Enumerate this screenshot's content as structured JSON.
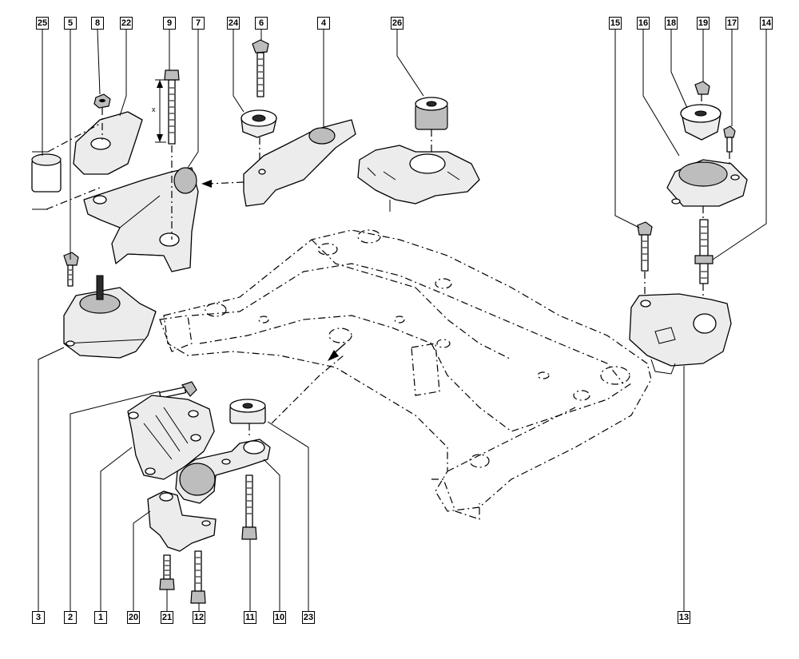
{
  "callouts": [
    {
      "id": "c25",
      "label": "25"
    },
    {
      "id": "c5",
      "label": "5"
    },
    {
      "id": "c8",
      "label": "8"
    },
    {
      "id": "c22",
      "label": "22"
    },
    {
      "id": "c9",
      "label": "9"
    },
    {
      "id": "c7",
      "label": "7"
    },
    {
      "id": "c24",
      "label": "24"
    },
    {
      "id": "c6",
      "label": "6"
    },
    {
      "id": "c4",
      "label": "4"
    },
    {
      "id": "c26",
      "label": "26"
    },
    {
      "id": "c15",
      "label": "15"
    },
    {
      "id": "c16",
      "label": "16"
    },
    {
      "id": "c18",
      "label": "18"
    },
    {
      "id": "c19",
      "label": "19"
    },
    {
      "id": "c17",
      "label": "17"
    },
    {
      "id": "c14",
      "label": "14"
    },
    {
      "id": "c3",
      "label": "3"
    },
    {
      "id": "c2",
      "label": "2"
    },
    {
      "id": "c1",
      "label": "1"
    },
    {
      "id": "c20",
      "label": "20"
    },
    {
      "id": "c21",
      "label": "21"
    },
    {
      "id": "c12",
      "label": "12"
    },
    {
      "id": "c11",
      "label": "11"
    },
    {
      "id": "c10",
      "label": "10"
    },
    {
      "id": "c23",
      "label": "23"
    },
    {
      "id": "c13",
      "label": "13"
    }
  ],
  "dimension_label": "x"
}
